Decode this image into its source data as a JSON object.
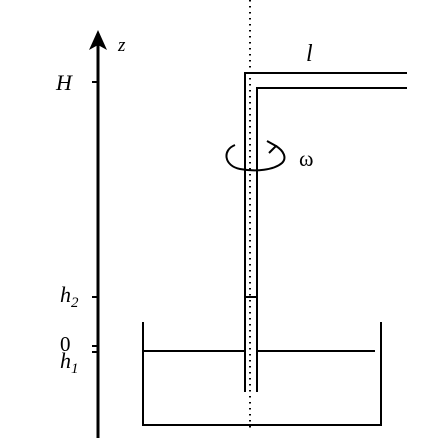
{
  "axis": {
    "name": "z",
    "ticks": [
      {
        "label": "H"
      },
      {
        "label": "h",
        "sub": "2"
      },
      {
        "label": "0"
      },
      {
        "label": "h",
        "sub": "1"
      }
    ]
  },
  "tube": {
    "length_label": "l",
    "rotation_label": "ω"
  },
  "colors": {
    "ink": "#000000",
    "background": "#ffffff"
  }
}
